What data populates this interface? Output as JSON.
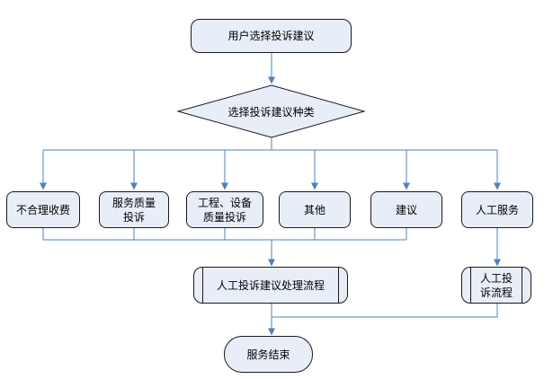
{
  "diagram": {
    "title_semantic": "complaint-suggestion-service-flowchart",
    "colors": {
      "background": "#ffffff",
      "node_fill": "#e8eef7",
      "node_border": "#1a1a1a",
      "connector": "#4f81bd",
      "text": "#000000"
    },
    "nodes": {
      "start": {
        "label": "用户选择投诉建议",
        "type": "terminator"
      },
      "decision": {
        "label": "选择投诉建议种类",
        "type": "decision"
      },
      "unreasonable_fee": {
        "label": "不合理收费",
        "type": "process"
      },
      "service_quality": {
        "line1": "服务质量",
        "line2": "投诉",
        "type": "process"
      },
      "engineering_equipment": {
        "line1": "工程、设备",
        "line2": "质量投诉",
        "type": "process"
      },
      "other": {
        "label": "其他",
        "type": "process"
      },
      "suggestion": {
        "label": "建议",
        "type": "process"
      },
      "manual_service": {
        "label": "人工服务",
        "type": "process"
      },
      "manual_complaint_suggestion_process": {
        "label": "人工投诉建议处理流程",
        "type": "predefined-process"
      },
      "manual_complaint_process": {
        "line1": "人工投",
        "line2": "诉流程",
        "type": "predefined-process"
      },
      "end": {
        "label": "服务结束",
        "type": "terminator"
      }
    }
  }
}
